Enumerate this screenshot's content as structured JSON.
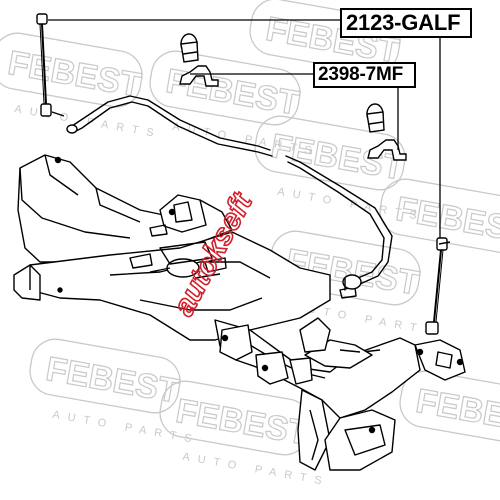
{
  "callouts": {
    "part_2123": "2123-GALF",
    "part_2398": "2398-7MF"
  },
  "watermark": {
    "brand": "FEBEST",
    "sub": "AUTO PARTS",
    "overlay": "autokseft"
  },
  "colors": {
    "line": "#000000",
    "watermark": "#c9c9c9",
    "overlay_red": "#d21f2b",
    "background": "#ffffff"
  }
}
